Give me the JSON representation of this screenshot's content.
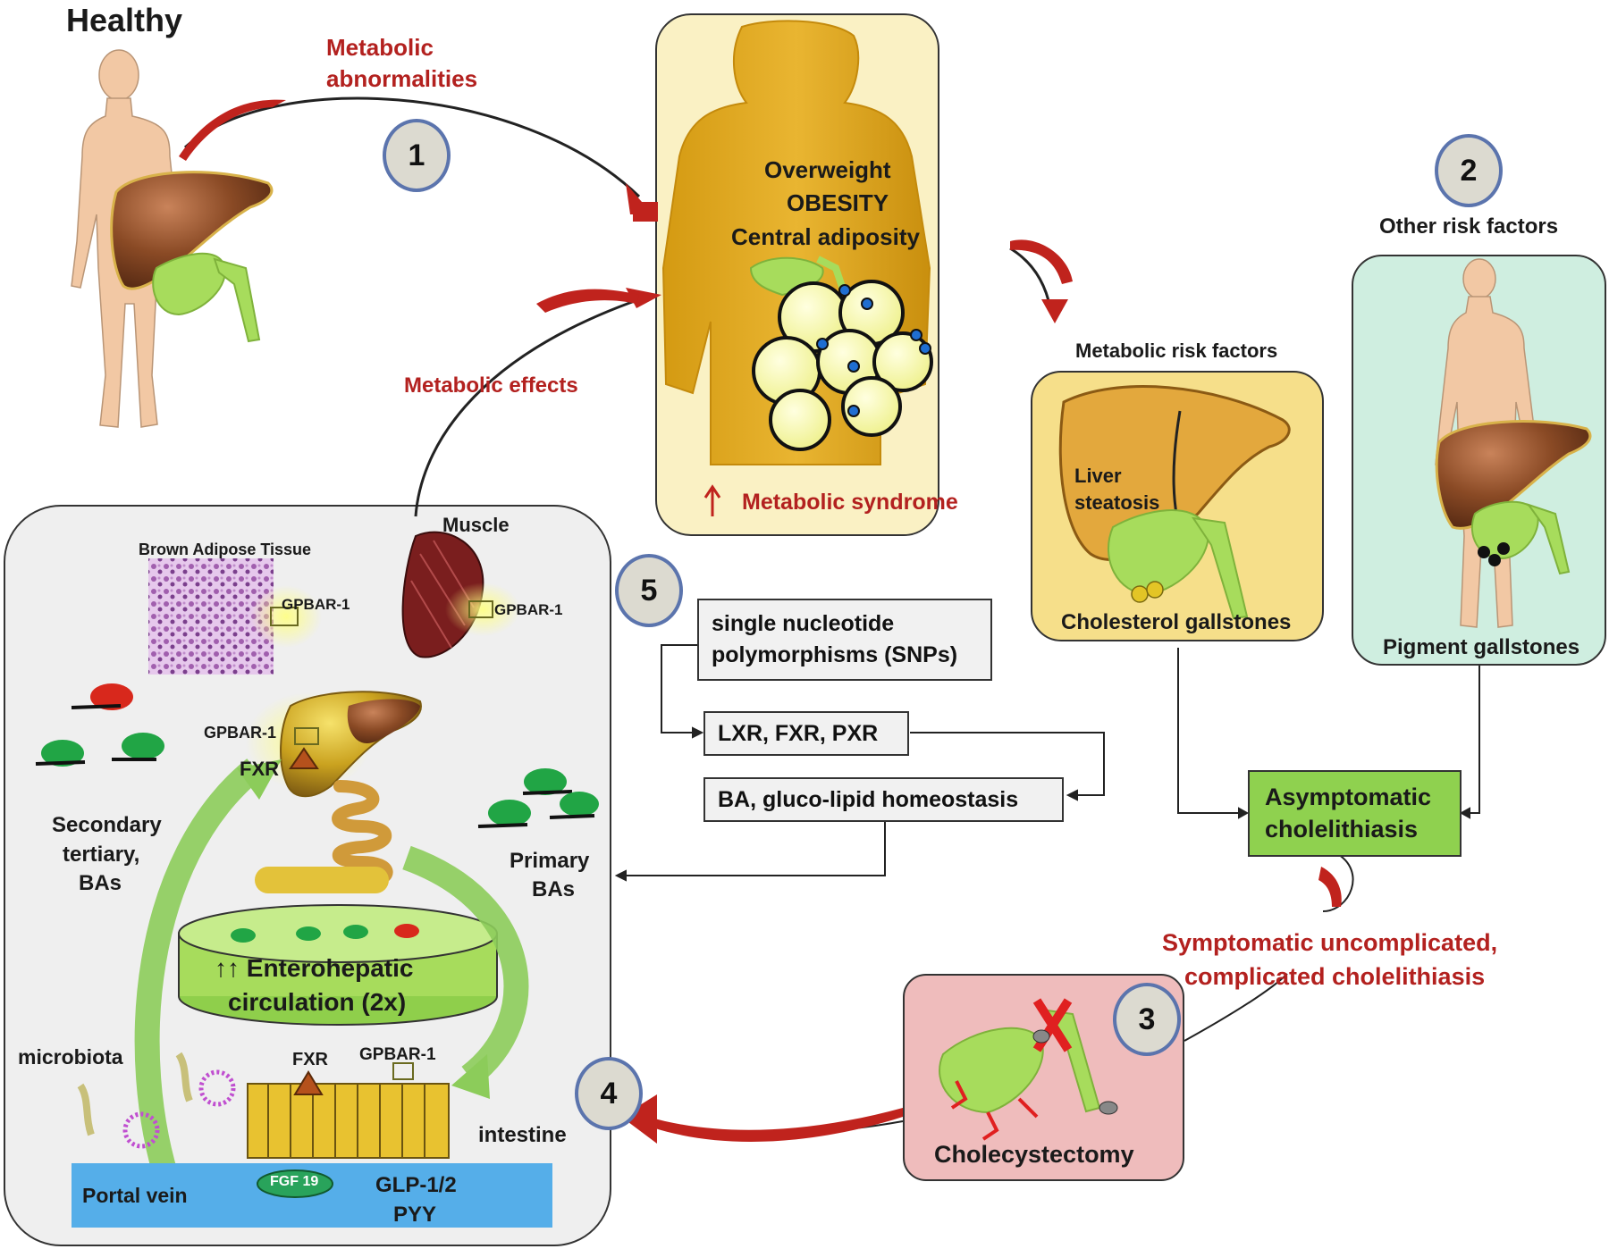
{
  "title_healthy": "Healthy",
  "metabolic_abnormalities": [
    "Metabolic",
    "abnormalities"
  ],
  "metabolic_effects": "Metabolic effects",
  "steps": {
    "s1": "1",
    "s2": "2",
    "s3": "3",
    "s4": "4",
    "s5": "5"
  },
  "obesity": {
    "lines": [
      "Overweight",
      "OBESITY",
      "Central adiposity"
    ],
    "syndrome": "Metabolic syndrome",
    "arrow_glyph": "↑"
  },
  "metabolic_risk_factors": "Metabolic risk factors",
  "liver_steatosis": [
    "Liver",
    "steatosis"
  ],
  "cholesterol_gallstones": "Cholesterol gallstones",
  "other_risk_factors": "Other risk factors",
  "pigment_gallstones": "Pigment gallstones",
  "asymptomatic": [
    "Asymptomatic",
    "cholelithiasis"
  ],
  "symptomatic": [
    "Symptomatic uncomplicated,",
    "complicated cholelithiasis"
  ],
  "cholecystectomy": "Cholecystectomy",
  "snp_box": [
    "single nucleotide",
    "polymorphisms (SNPs)"
  ],
  "receptors_box": "LXR, FXR, PXR",
  "homeostasis_box": "BA, gluco-lipid homeostasis",
  "panel": {
    "brown_adipose": "Brown Adipose Tissue",
    "muscle": "Muscle",
    "gpbar_bat": "GPBAR-1",
    "gpbar_muscle": "GPBAR-1",
    "gpbar_liver": "GPBAR-1",
    "fxr_liver": "FXR",
    "secondary_bas": [
      "Secondary",
      "tertiary,",
      "BAs"
    ],
    "primary_bas": [
      "Primary",
      "BAs"
    ],
    "enterohepatic": [
      "↑↑ Enterohepatic",
      "circulation (2x)"
    ],
    "microbiota": "microbiota",
    "fxr_intestine": "FXR",
    "gpbar_intestine": "GPBAR-1",
    "intestine": "intestine",
    "portal_vein": "Portal vein",
    "fgf19": "FGF 19",
    "glp": "GLP-1/2",
    "pyy": "PYY"
  },
  "colors": {
    "red_text": "#b3211f",
    "obesity_bg": "#faf1c4",
    "steatosis_bg": "#f6df8a",
    "pigment_bg": "#cfeee0",
    "cholecystectomy_bg": "#efbcbc",
    "asymptomatic_bg": "#8fd14f",
    "panel_bg": "#efefef",
    "portal_blue": "#55aee9"
  }
}
